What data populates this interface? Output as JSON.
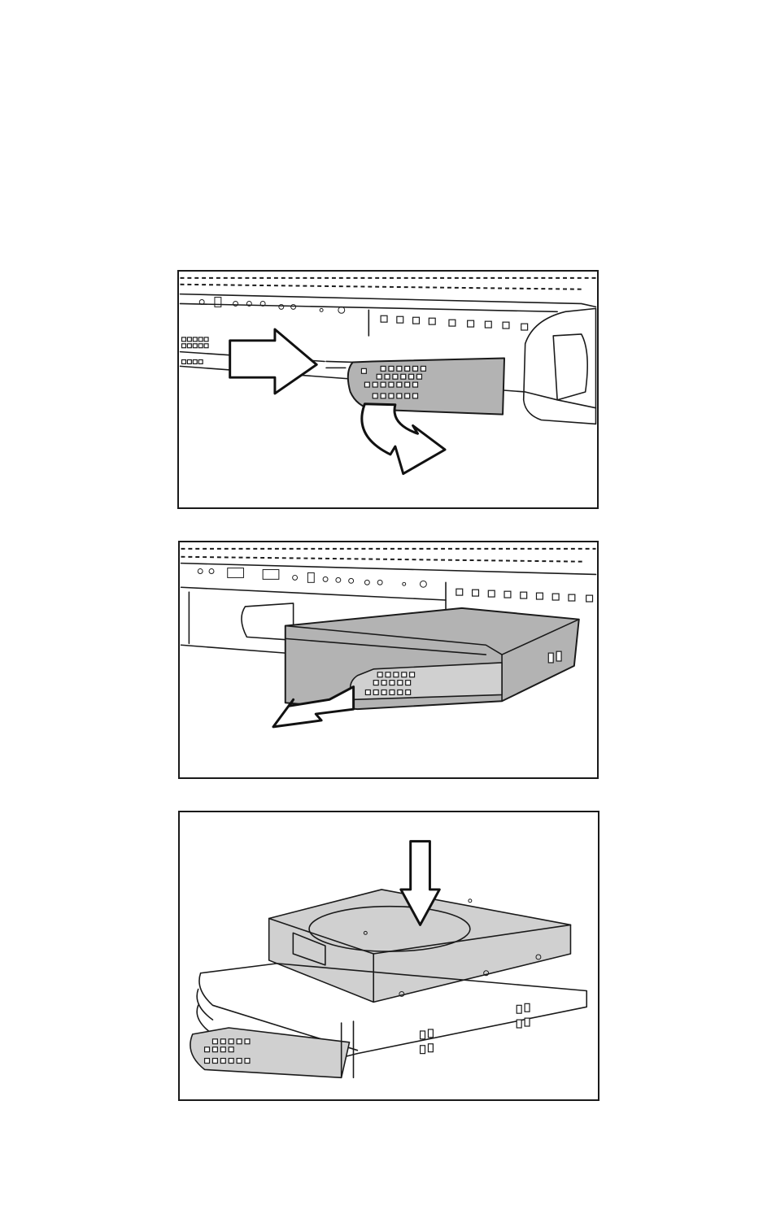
{
  "figure": {
    "panels": [
      {
        "id": "step-1",
        "content": "release-lever-on-drive-carrier"
      },
      {
        "id": "step-2",
        "content": "pull-drive-carrier-out"
      },
      {
        "id": "step-3",
        "content": "insert-hard-drive-into-carrier"
      }
    ],
    "colors": {
      "outline": "#1a1a1a",
      "carrier_fill": "#b3b3b3",
      "drive_fill": "#d0d0d0",
      "background": "#ffffff"
    }
  }
}
